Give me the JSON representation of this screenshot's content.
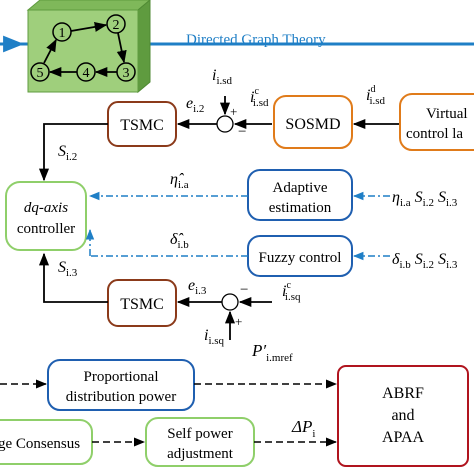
{
  "graph_box": {
    "nodes": [
      "1",
      "2",
      "3",
      "4",
      "5"
    ]
  },
  "topic_label": "Directed Graph Theory",
  "blocks": {
    "tsmc_top": "TSMC",
    "sosmd": "SOSMD",
    "virtual_line1": "Virtual",
    "virtual_line2": "control la",
    "dq_line1": "dq-axis",
    "dq_line2": "controller",
    "adaptive_line1": "Adaptive",
    "adaptive_line2": "estimation",
    "fuzzy": "Fuzzy control",
    "tsmc_bottom": "TSMC",
    "proportional_line1": "Proportional",
    "proportional_line2": "distribution power",
    "abrf_line1": "ABRF",
    "abrf_line2": "and",
    "abrf_line3": "APAA",
    "consensus": "ge Consensus",
    "self_power_line1": "Self power",
    "self_power_line2": "adjustment"
  },
  "signals": {
    "e_i2": "e",
    "e_i2_sub": "i.2",
    "i_isd": "i",
    "i_isd_sub": "i.sd",
    "i_c_isd": "i",
    "i_c_isd_sup": "c",
    "i_c_isd_sub": "i.sd",
    "i_d_isd": "i",
    "i_d_isd_sup": "d",
    "i_d_isd_sub": "i.sd",
    "s_i2": "S",
    "s_i2_sub": "i.2",
    "eta_hat": "η̂",
    "eta_hat_sub": "i.a",
    "eta_in": "η",
    "eta_in_sub": "i.a",
    "s_in_1": "S",
    "s_in_1_sub": "i.2",
    "s_in_2": "S",
    "s_in_2_sub": "i.3",
    "delta_hat": "δ̂",
    "delta_hat_sub": "i.b",
    "delta_in": "δ",
    "delta_in_sub": "i.b",
    "s_in_3": "S",
    "s_in_3_sub": "i.2",
    "s_in_4": "S",
    "s_in_4_sub": "i.3",
    "s_i3": "S",
    "s_i3_sub": "i.3",
    "e_i3": "e",
    "e_i3_sub": "i.3",
    "i_c_isq": "i",
    "i_c_isq_sup": "c",
    "i_c_isq_sub": "i.sq",
    "i_isq": "i",
    "i_isq_sub": "i.sq",
    "p_mref": "P′",
    "p_mref_sub": "i.mref",
    "delta_p": "ΔP",
    "delta_p_sub": "i"
  },
  "sum_signs": {
    "top_plus": "+",
    "top_minus": "−",
    "bottom_minus": "−",
    "bottom_plus": "+"
  },
  "colors": {
    "graph_fill": "#9fcf7c",
    "graph_side": "#5f9b3f",
    "topic_blue": "#1f7fc6",
    "tsmc_border": "#8b3a1a",
    "sosmd_border": "#e07b1a",
    "dq_border": "#8fcf6a",
    "adaptive_border": "#1f5fb0",
    "abrf_border": "#b0141e"
  }
}
